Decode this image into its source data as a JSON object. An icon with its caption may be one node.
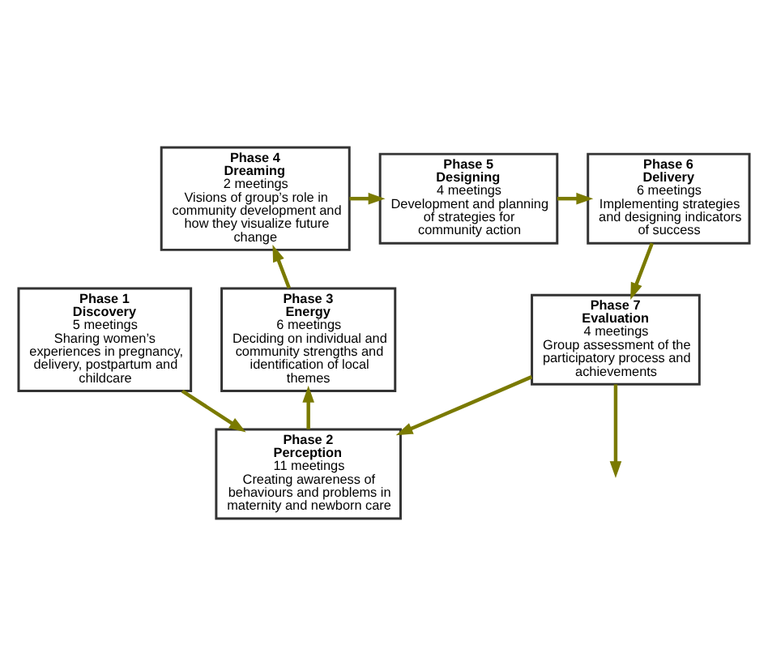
{
  "diagram": {
    "nodes": [
      {
        "text": [
          "Phase 5",
          "Designing",
          "4 meetings",
          "Development and planning of strategies for community action"
        ]
      },
      {
        "text": [
          "Phase 4",
          "Dreaming",
          "2 meetings",
          "Visions of group’s role in community development and how they visualize future change"
        ]
      },
      {
        "text": [
          "Phase 6",
          "Delivery",
          "6 meetings",
          "Implementing strategies and designing indicators of success"
        ]
      },
      {
        "text": [
          "Phase 1",
          "Discovery",
          "5 meetings",
          "Sharing women’s experiences in pregnancy, delivery, postpartum and childcare"
        ]
      },
      {
        "text": [
          "Phase 3",
          "Energy",
          "6 meetings",
          "Deciding on individual and community strengths and identification of local themes"
        ]
      },
      {
        "text": [
          "Phase 7",
          "Evaluation",
          "4 meetings",
          "Group assessment of the participatory process and achievements"
        ]
      },
      {
        "text": [
          "Phase 2",
          "Perception",
          "11 meetings",
          "Creating awareness of behaviours and problems in maternity and newborn care"
        ]
      }
    ],
    "edges": [
      {
        "from": 3,
        "to": 6,
        "arrow": "to"
      },
      {
        "from": 6,
        "to": 4,
        "arrow": "to"
      },
      {
        "from": 4,
        "to": 1,
        "arrow": "to"
      },
      {
        "from": 1,
        "to": 0,
        "arrow": "to"
      },
      {
        "from": 0,
        "to": 2,
        "arrow": "to"
      },
      {
        "from": 2,
        "to": 5,
        "arrow": "to"
      },
      {
        "from": 5,
        "to": 6,
        "arrow": "to"
      },
      {
        "from": 5,
        "to": null,
        "arrow": "to"
      }
    ]
  }
}
